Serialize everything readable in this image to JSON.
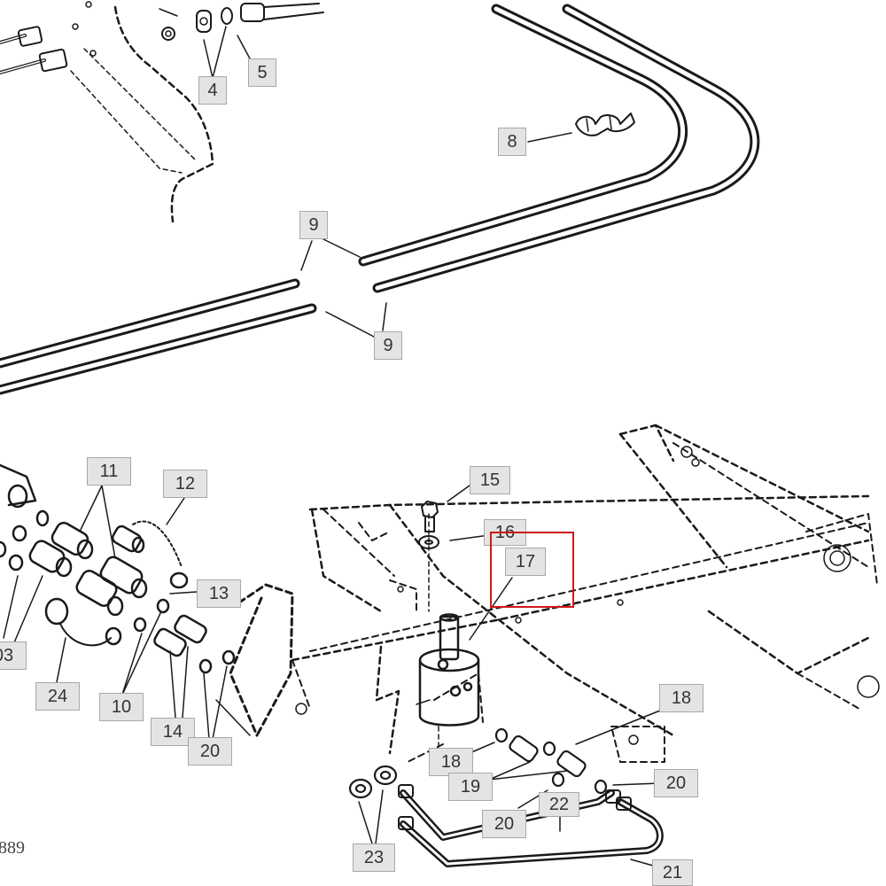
{
  "diagram": {
    "figure_id": "889",
    "callouts": [
      {
        "id": "c4",
        "label": "4"
      },
      {
        "id": "c5",
        "label": "5"
      },
      {
        "id": "c8",
        "label": "8"
      },
      {
        "id": "c9a",
        "label": "9"
      },
      {
        "id": "c9b",
        "label": "9"
      },
      {
        "id": "c11",
        "label": "11"
      },
      {
        "id": "c12",
        "label": "12"
      },
      {
        "id": "c13",
        "label": "13"
      },
      {
        "id": "c03",
        "label": "03"
      },
      {
        "id": "c24",
        "label": "24"
      },
      {
        "id": "c10",
        "label": "10"
      },
      {
        "id": "c14",
        "label": "14"
      },
      {
        "id": "c20a",
        "label": "20"
      },
      {
        "id": "c15",
        "label": "15"
      },
      {
        "id": "c16",
        "label": "16"
      },
      {
        "id": "c17",
        "label": "17"
      },
      {
        "id": "c18a",
        "label": "18"
      },
      {
        "id": "c18b",
        "label": "18"
      },
      {
        "id": "c19",
        "label": "19"
      },
      {
        "id": "c20b",
        "label": "20"
      },
      {
        "id": "c20c",
        "label": "20"
      },
      {
        "id": "c22",
        "label": "22"
      },
      {
        "id": "c23",
        "label": "23"
      },
      {
        "id": "c21",
        "label": "21"
      }
    ],
    "highlighted_callout": "17",
    "colors": {
      "line": "#1a1a1a",
      "callout_fill": "#e4e4e4",
      "callout_border": "#a8a8a8",
      "highlight": "#d01818"
    }
  }
}
